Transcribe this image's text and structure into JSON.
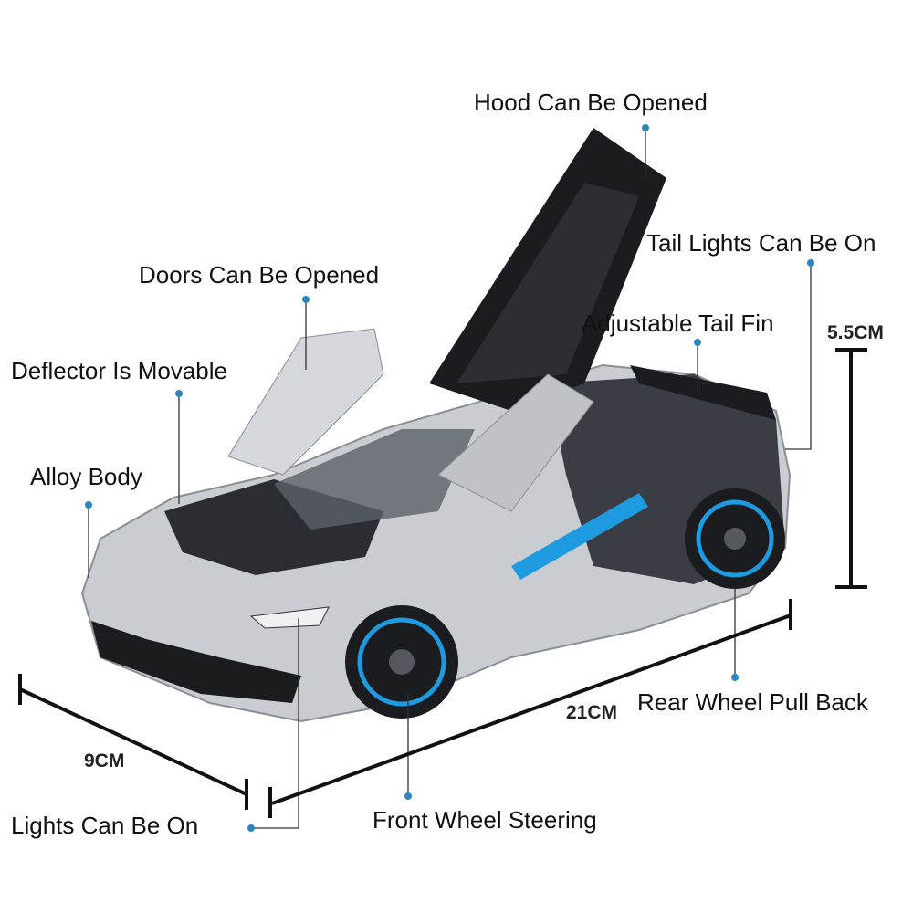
{
  "callouts": {
    "hood": "Hood Can Be Opened",
    "tail_lights": "Tail Lights Can Be On",
    "doors": "Doors Can Be Opened",
    "tail_fin": "Adjustable Tail Fin",
    "deflector": "Deflector Is Movable",
    "alloy_body": "Alloy Body",
    "rear_wheel": "Rear Wheel Pull Back",
    "front_wheel": "Front Wheel Steering",
    "lights": "Lights Can Be On"
  },
  "dimensions": {
    "height": "5.5CM",
    "length": "21CM",
    "width": "9CM"
  },
  "colors": {
    "leader_dot": "#2e86c1",
    "car_body": "#c9cdd2",
    "accent_blue": "#1e9be0",
    "dark": "#1b1c20"
  }
}
